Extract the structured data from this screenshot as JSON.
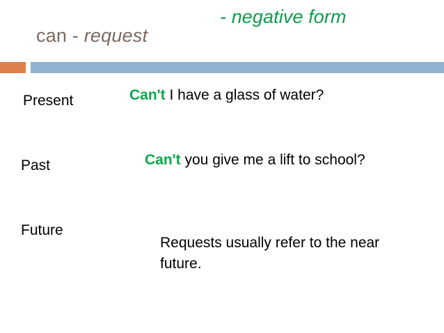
{
  "slide": {
    "title": {
      "lead": "can - ",
      "emphasis": "request",
      "subtitle": "- negative form"
    },
    "accent_colors": {
      "title_text": "#7b6a60",
      "title_green": "#0e9b4c",
      "bar_orange": "#dd8049",
      "bar_blue": "#8fb2d1",
      "highlight_green": "#0aa84a",
      "body_text": "#000000",
      "background": "#ffffff"
    },
    "rows": [
      {
        "tense": "Present",
        "negative": "Can't",
        "rest": " I have a glass of water?"
      },
      {
        "tense": "Past",
        "negative": "Can't",
        "rest": " you give me a lift to school?"
      },
      {
        "tense": "Future",
        "negative": "",
        "rest": "Requests usually refer to the near future."
      }
    ]
  }
}
